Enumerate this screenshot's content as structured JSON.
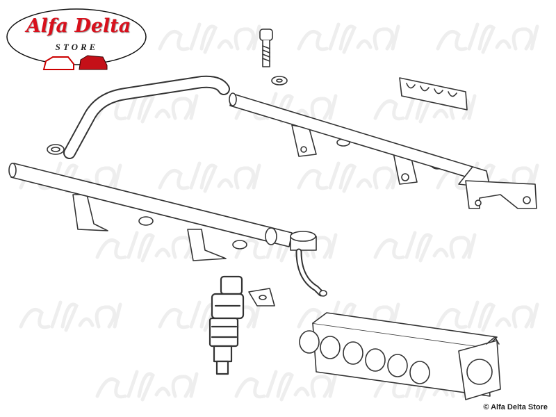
{
  "logo": {
    "title": "Alfa Delta",
    "subtitle": "STORE"
  },
  "watermark_text": "Alfa Delta",
  "copyright": "© Alfa Delta Store",
  "colors": {
    "brand_red": "#d8101c",
    "line": "#333333",
    "watermark": "#f1f1f1"
  },
  "parts": [
    "fuel-rail-front",
    "fuel-rail-rear",
    "fuel-hose",
    "hose-clamp",
    "bolt",
    "washer",
    "rail-clip",
    "fuel-injector",
    "injector-clip",
    "pressure-regulator",
    "intake-manifold"
  ]
}
